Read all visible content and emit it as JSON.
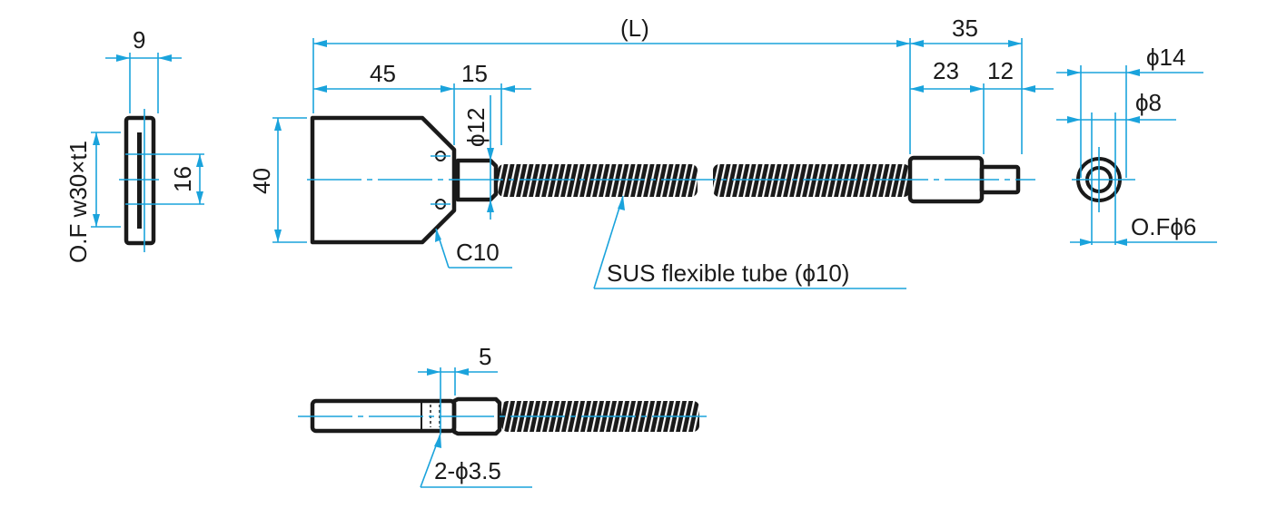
{
  "drawing": {
    "title": "Fiber sensor head dimensional drawing",
    "colors": {
      "dimension": "#1aa3dc",
      "outline": "#1a1a1a",
      "background": "#ffffff"
    },
    "side_view": {
      "width_dim": "9",
      "optical_fiber_label": "O.F w30×t1",
      "pitch_dim": "16"
    },
    "front_view": {
      "overall_length": "(L)",
      "head_length": "45",
      "neck_length": "15",
      "neck_diameter": "ϕ12",
      "head_height": "40",
      "chamfer": "C10",
      "tube_label": "SUS flexible tube (ϕ10)",
      "end_total": "35",
      "end_sleeve": "23",
      "end_tip": "12"
    },
    "end_view": {
      "outer_diameter": "ϕ14",
      "inner_diameter": "ϕ8",
      "fiber_diameter": "O.Fϕ6"
    },
    "detail_view": {
      "offset_dim": "5",
      "hole_label": "2-ϕ3.5"
    }
  }
}
